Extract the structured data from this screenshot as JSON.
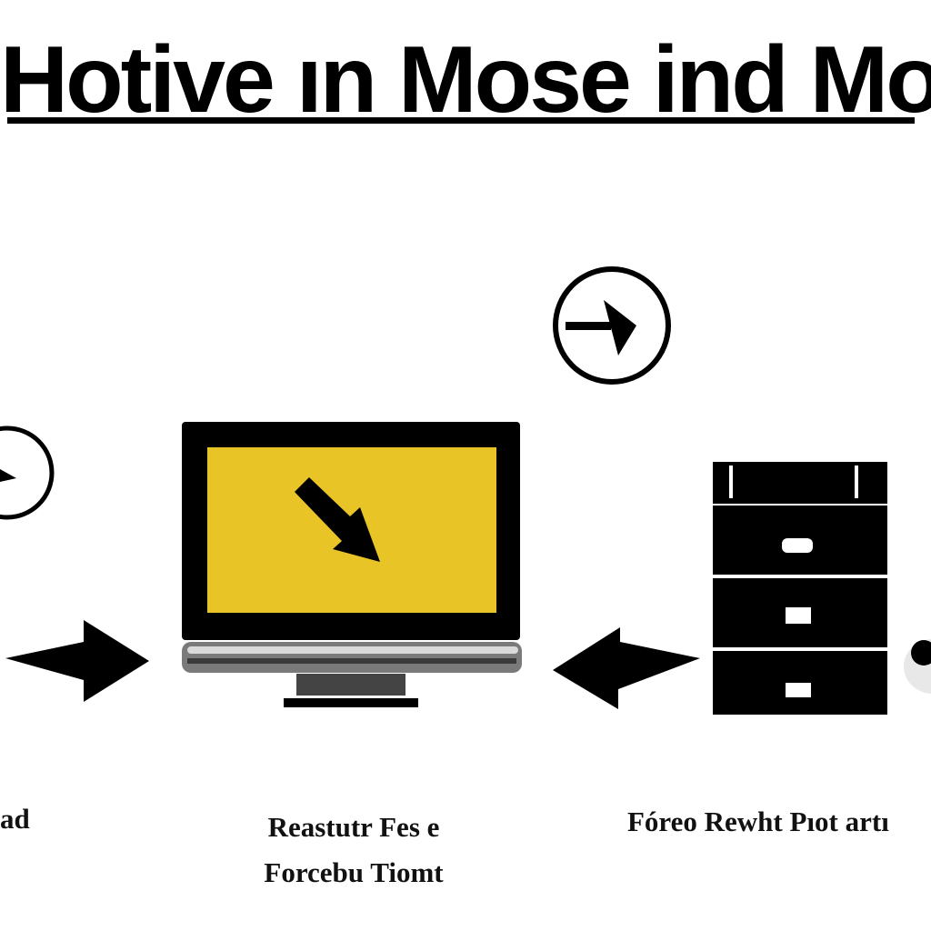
{
  "header": {
    "title": "Hotive ın Mose ind Moste"
  },
  "captions": {
    "left": "ad",
    "center_line1": "Reastutr Fes e",
    "center_line2": "Forcebu Tiomt",
    "right": "Fóreo Rewht Pıot artı"
  },
  "colors": {
    "screen": "#e9c426",
    "ink": "#000000",
    "background": "#ffffff",
    "accent_gray": "#8a8a8a"
  },
  "icons": {
    "top_circle": "arrow-right-circle-icon",
    "left_circle": "partial-circle-icon",
    "monitor_cursor": "diagonal-arrow-cursor-icon",
    "left_arrow": "arrow-right-icon",
    "right_arrow": "arrow-left-icon",
    "cabinet": "filing-cabinet-icon",
    "mouse": "mouse-icon"
  }
}
